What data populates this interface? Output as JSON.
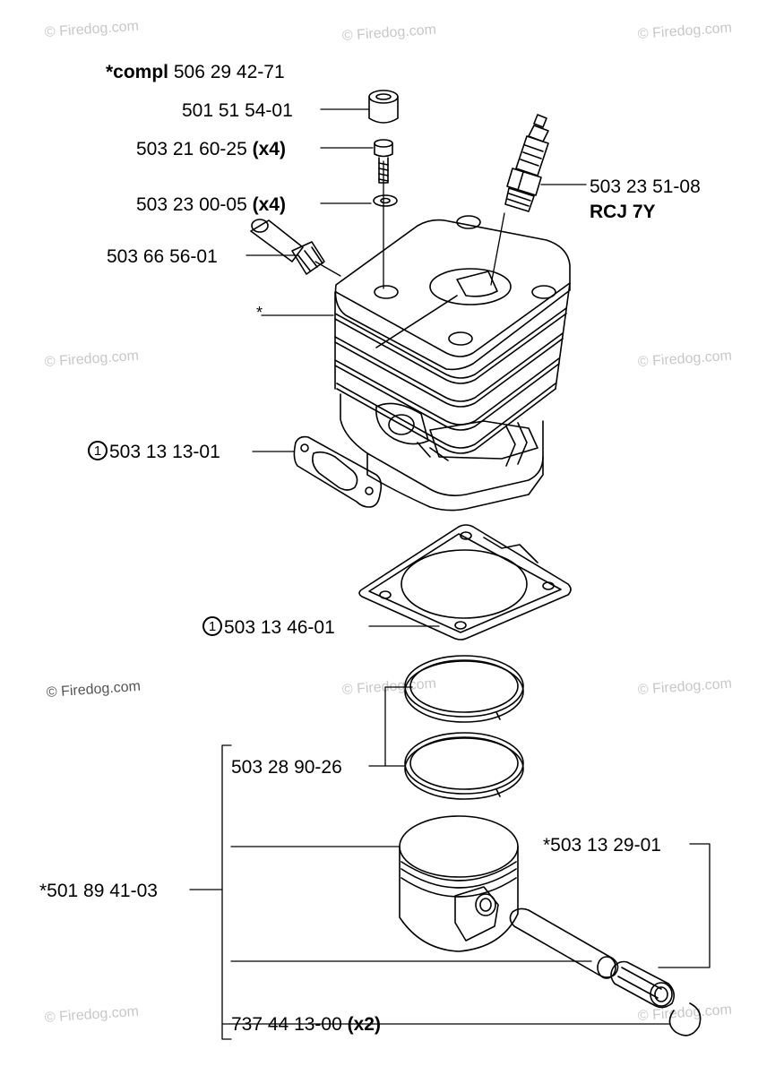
{
  "watermark": "© Firedog.com",
  "assembly": {
    "prefix": "*compl",
    "number": "506 29 42-71"
  },
  "parts": {
    "cap": "501 51 54-01",
    "screw": "503 21 60-25",
    "screw_qty": "(x4)",
    "washer": "503 23 00-05",
    "washer_qty": "(x4)",
    "nipple": "503 66 56-01",
    "cylinder_marker": "*",
    "spark_plug": "503 23 51-08",
    "spark_plug_type": "RCJ 7Y",
    "muffler_gasket_ref": "1",
    "muffler_gasket": "503 13 13-01",
    "base_gasket_ref": "1",
    "base_gasket": "503 13 46-01",
    "rings": "503 28 90-26",
    "bearing": "*503 13 29-01",
    "piston_kit": "*501 89 41-03",
    "circlip": "737 44 13-00",
    "circlip_qty": "(x2)"
  }
}
